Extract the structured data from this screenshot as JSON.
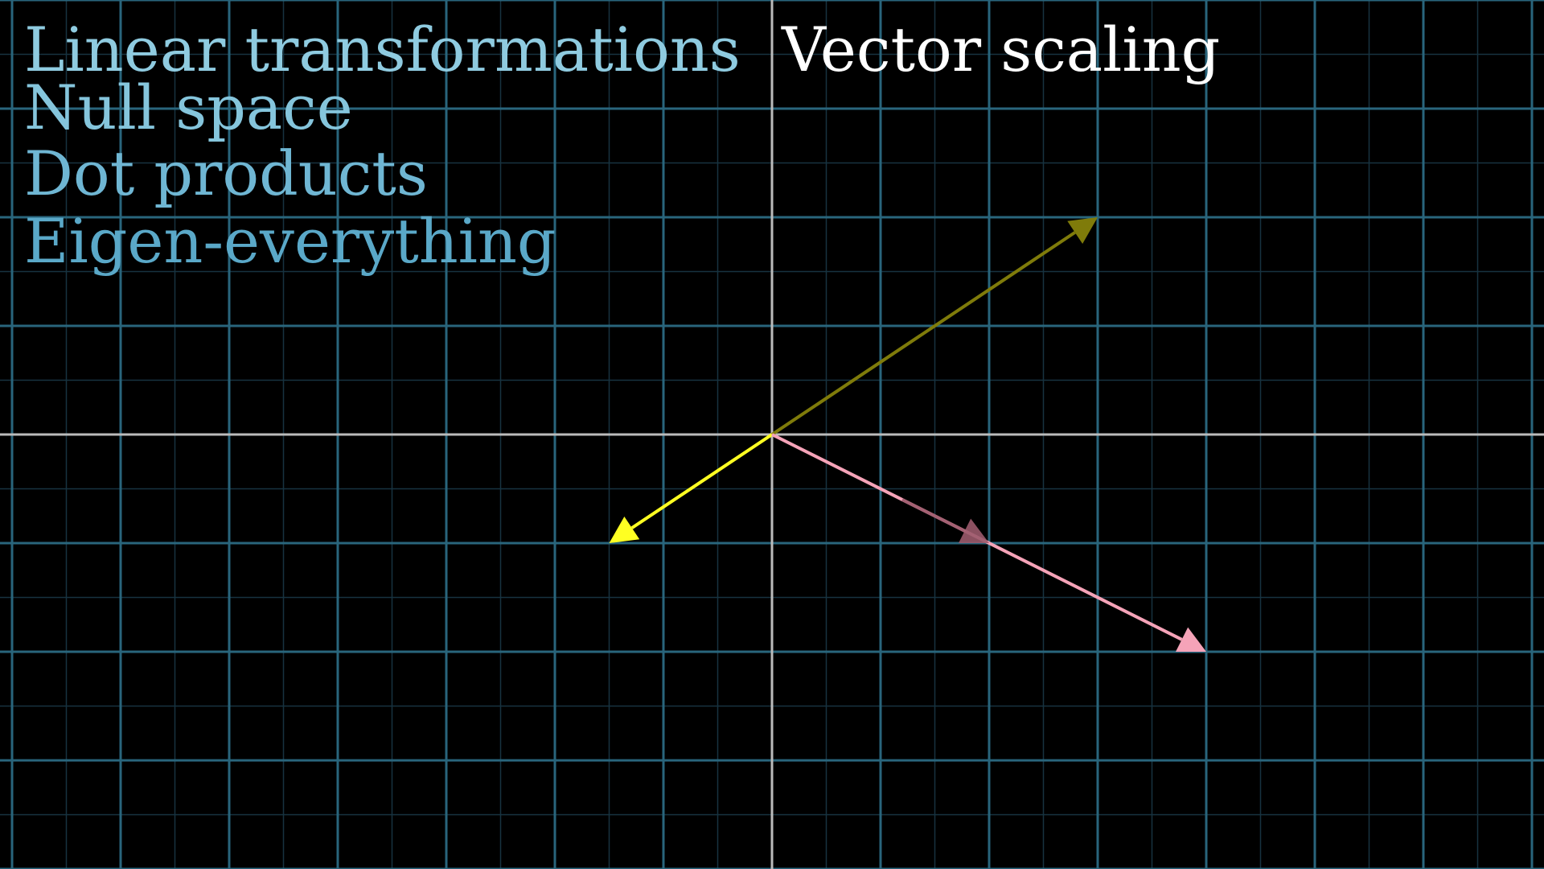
{
  "scene": {
    "title": "Vector scaling",
    "topics": [
      "Linear transformations",
      "Null space",
      "Dot products",
      "Eigen-everything"
    ]
  },
  "colors": {
    "background": "#000000",
    "grid_major": "#29657c",
    "grid_minor": "#173340",
    "axis": "#bbbbbb",
    "title_text": "#ffffff",
    "topic_text": [
      "#8fcbe0",
      "#85c5dc",
      "#6fb6d3",
      "#5aa8c8"
    ]
  },
  "chart_data": {
    "type": "vector-plane",
    "xlim": [
      -7,
      7
    ],
    "ylim": [
      -4,
      4
    ],
    "grid": true,
    "minor_grid": true,
    "vectors": [
      {
        "tail": [
          0,
          0
        ],
        "tip": [
          3,
          2
        ],
        "color": "#7f7b0a",
        "opacity": 1
      },
      {
        "tail": [
          0,
          0
        ],
        "tip": [
          -1.5,
          -1
        ],
        "color": "#ffff22",
        "opacity": 1
      },
      {
        "tail": [
          0,
          0
        ],
        "tip": [
          4,
          -2
        ],
        "color": "#f5a3b8",
        "opacity": 1
      },
      {
        "tail": [
          1.2,
          -0.6
        ],
        "tip": [
          2,
          -1
        ],
        "color": "#9c5a6c",
        "opacity": 0.9
      }
    ]
  }
}
